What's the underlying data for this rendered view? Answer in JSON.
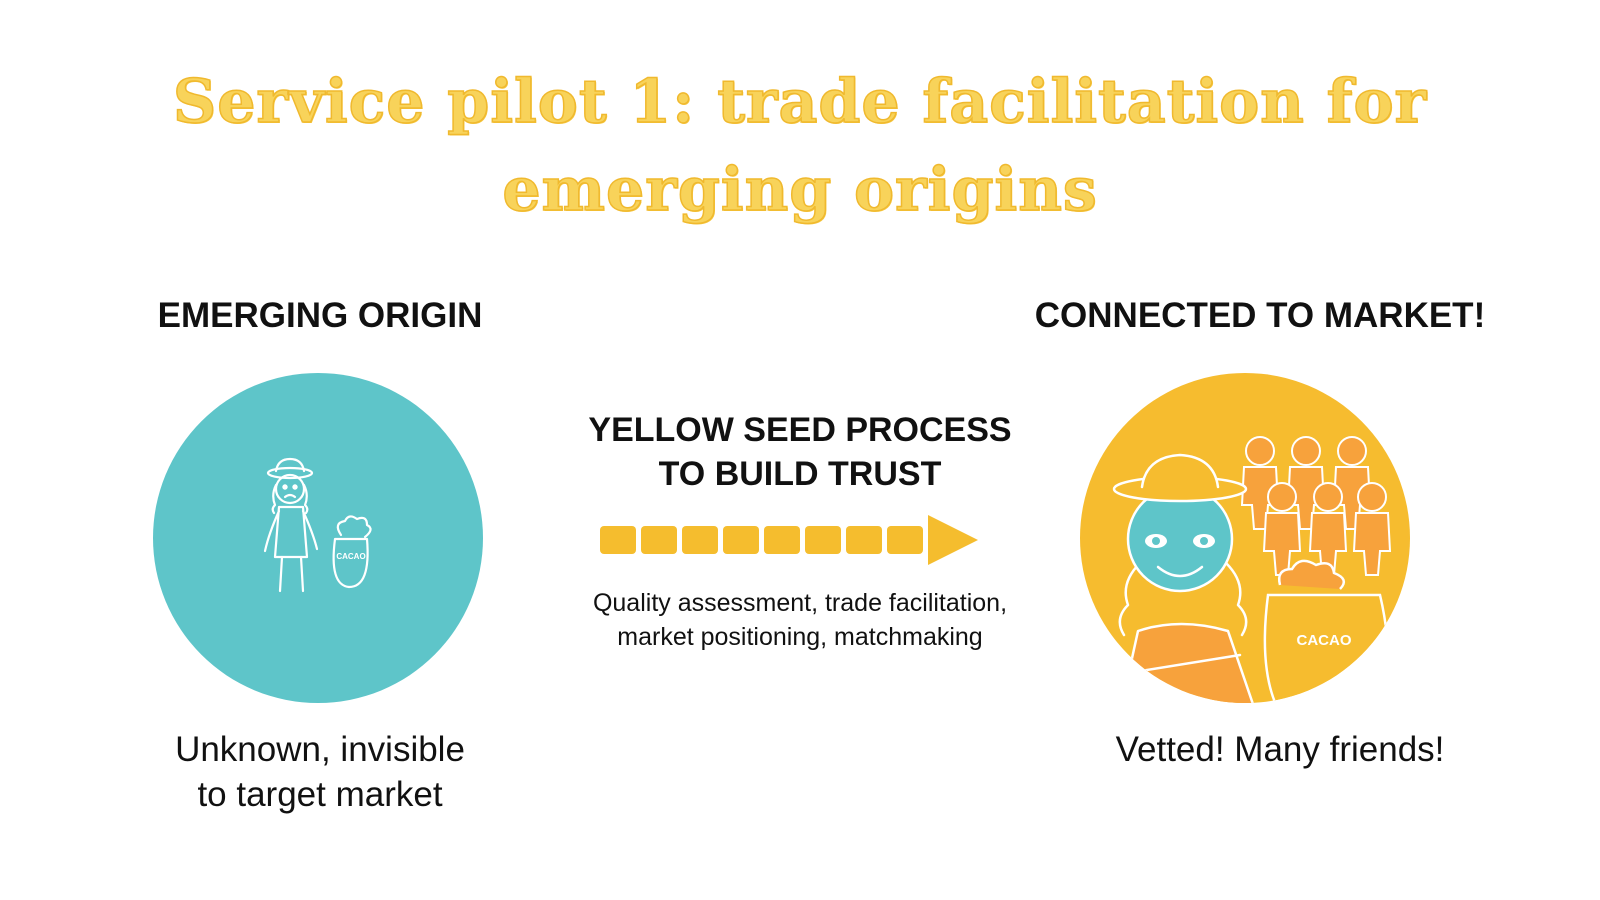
{
  "title": {
    "line1": "Service pilot 1: trade facilitation for",
    "line2": "emerging origins"
  },
  "left": {
    "heading": "EMERGING ORIGIN",
    "caption_line1": "Unknown, invisible",
    "caption_line2": "to target market",
    "bag_label": "CACAO"
  },
  "right": {
    "heading": "CONNECTED TO MARKET!",
    "caption": "Vetted! Many friends!",
    "bag_label": "CACAO"
  },
  "process": {
    "title_line1": "YELLOW SEED PROCESS",
    "title_line2": "TO BUILD TRUST",
    "desc_line1": "Quality assessment, trade facilitation,",
    "desc_line2": "market positioning, matchmaking"
  },
  "colors": {
    "title": "#f8d35a",
    "teal": "#5ec5c9",
    "yellow": "#f6bc2f",
    "orange": "#f7a23c",
    "arrow": "#f5bd2e"
  }
}
